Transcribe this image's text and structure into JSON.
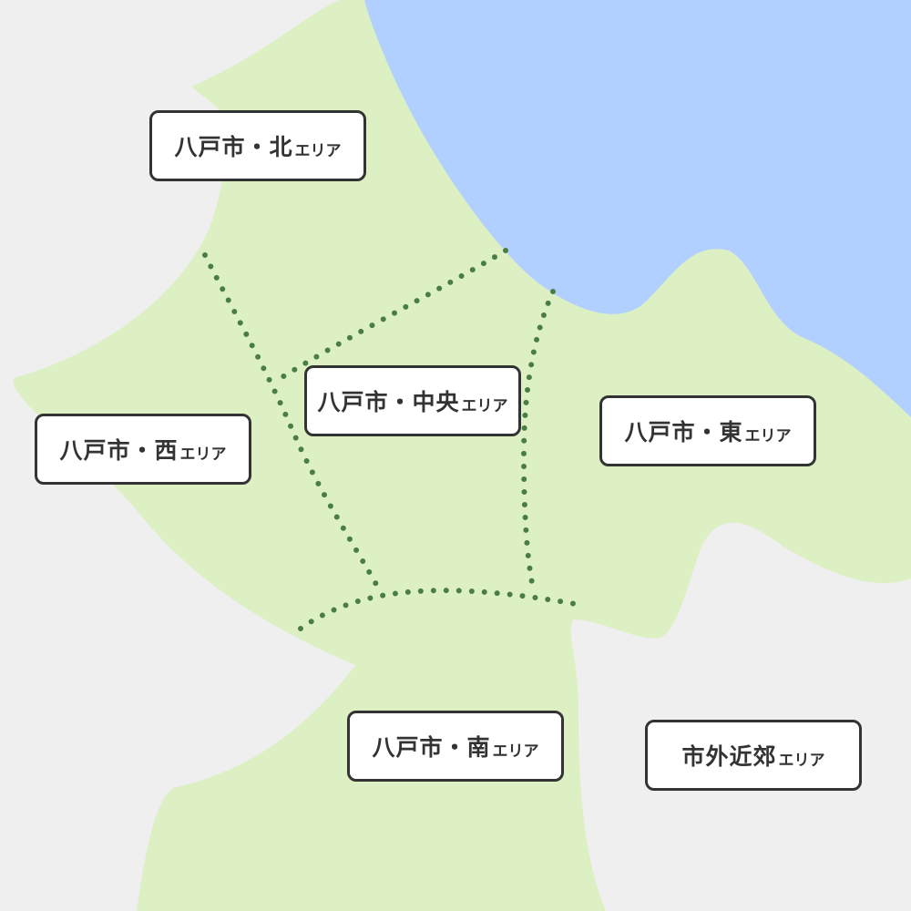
{
  "colors": {
    "background": "#efefef",
    "land": "#dcf0c3",
    "sea": "#b2d0ff",
    "boundary": "#4a7d45",
    "label_border": "#333333",
    "label_text": "#333333"
  },
  "areas": [
    {
      "id": "north",
      "name": "八戸市・北",
      "suffix": "エリア"
    },
    {
      "id": "central",
      "name": "八戸市・中央",
      "suffix": "エリア"
    },
    {
      "id": "west",
      "name": "八戸市・西",
      "suffix": "エリア"
    },
    {
      "id": "east",
      "name": "八戸市・東",
      "suffix": "エリア"
    },
    {
      "id": "south",
      "name": "八戸市・南",
      "suffix": "エリア"
    },
    {
      "id": "suburbs",
      "name": "市外近郊",
      "suffix": "エリア"
    }
  ]
}
